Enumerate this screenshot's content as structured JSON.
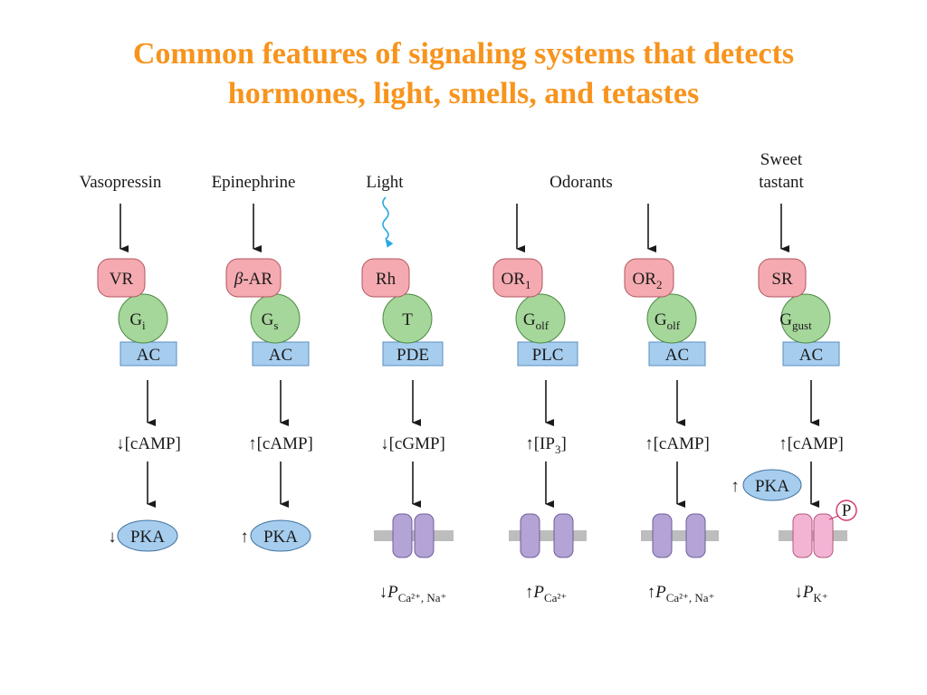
{
  "title": {
    "line1": "Common features of signaling systems that detects",
    "line2": "hormones, light, smells, and tetastes"
  },
  "colors": {
    "title": "#f7941d",
    "receptor": "#f4aab0",
    "gprotein": "#a5d69a",
    "effector": "#a6cdee",
    "pka": "#a6cdee",
    "channel": "#b4a4d6",
    "channel_phos": "#f3b4d4",
    "membrane": "#bdbdbd",
    "light_wave": "#29a9e0",
    "phosphate_border": "#d6326e"
  },
  "stimuli": {
    "vasopressin": "Vasopressin",
    "epinephrine": "Epinephrine",
    "light": "Light",
    "odorants": "Odorants",
    "sweet_line1": "Sweet",
    "sweet_line2": "tastant"
  },
  "pathways": {
    "p1": {
      "receptor": "VR",
      "g_main": "G",
      "g_sub": "i",
      "effector": "AC",
      "arrow": "↓",
      "messenger": "[cAMP]",
      "pka_arrow": "↓",
      "pka": "PKA"
    },
    "p2": {
      "receptor_greek": "β",
      "receptor_rest": "-AR",
      "g_main": "G",
      "g_sub": "s",
      "effector": "AC",
      "arrow": "↑",
      "messenger": "[cAMP]",
      "pka_arrow": "↑",
      "pka": "PKA"
    },
    "p3": {
      "receptor": "Rh",
      "g_main": "T",
      "effector": "PDE",
      "arrow": "↓",
      "messenger": "[cGMP]",
      "out_arrow": "↓",
      "out_p": "P",
      "out_sub": "Ca²⁺, Na⁺"
    },
    "p4": {
      "receptor_main": "OR",
      "receptor_sub": "1",
      "g_main": "G",
      "g_sub": "olf",
      "effector": "PLC",
      "arrow": "↑",
      "messenger_pre": "[IP",
      "messenger_sub": "3",
      "messenger_post": "]",
      "out_arrow": "↑",
      "out_p": "P",
      "out_sub": "Ca²⁺"
    },
    "p5": {
      "receptor_main": "OR",
      "receptor_sub": "2",
      "g_main": "G",
      "g_sub": "olf",
      "effector": "AC",
      "arrow": "↑",
      "messenger": "[cAMP]",
      "out_arrow": "↑",
      "out_p": "P",
      "out_sub": "Ca²⁺, Na⁺"
    },
    "p6": {
      "receptor": "SR",
      "g_main": "G",
      "g_sub": "gust",
      "effector": "AC",
      "arrow": "↑",
      "messenger": "[cAMP]",
      "pka_arrow": "↑",
      "pka": "PKA",
      "phosphate": "P",
      "out_arrow": "↓",
      "out_p": "P",
      "out_sub": "K⁺"
    }
  }
}
